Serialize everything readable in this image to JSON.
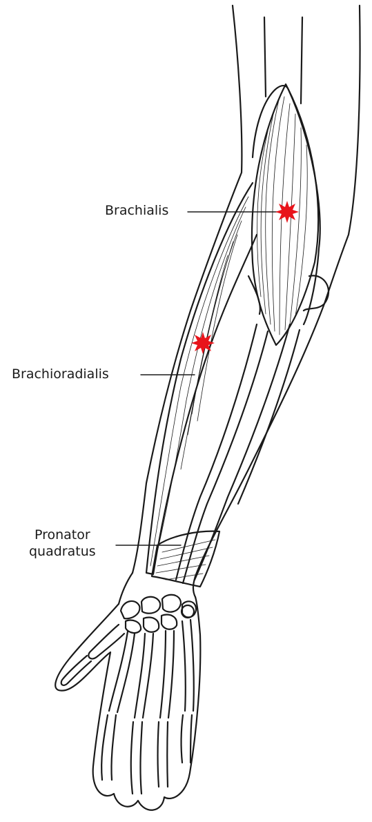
{
  "labels": {
    "brachialis": "Brachialis",
    "brachioradialis": "Brachioradialis",
    "pronator_line1": "Pronator",
    "pronator_line2": "quadratus"
  },
  "colors": {
    "ink": "#1a1a1a",
    "trigger_point": "#e8141b",
    "background": "#ffffff"
  },
  "markers": [
    {
      "muscle": "brachialis",
      "icon": "trigger-point-star"
    },
    {
      "muscle": "brachioradialis",
      "icon": "trigger-point-star"
    }
  ]
}
